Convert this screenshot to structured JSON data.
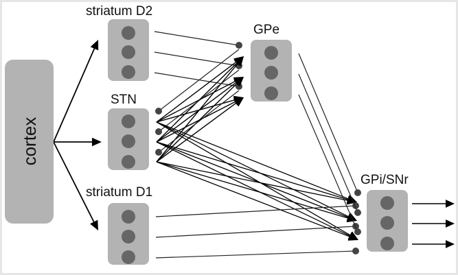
{
  "diagram": {
    "nodes": [
      {
        "id": "cortex",
        "label": "cortex",
        "neurons": 0
      },
      {
        "id": "d2",
        "label": "striatum D2",
        "neurons": 3
      },
      {
        "id": "stn",
        "label": "STN",
        "neurons": 3
      },
      {
        "id": "d1",
        "label": "striatum D1",
        "neurons": 3
      },
      {
        "id": "gpe",
        "label": "GPe",
        "neurons": 3
      },
      {
        "id": "gpi",
        "label": "GPi/SNr",
        "neurons": 3
      }
    ],
    "edges": [
      {
        "from": "cortex",
        "to": "striatum D2",
        "type": "excitatory"
      },
      {
        "from": "cortex",
        "to": "STN",
        "type": "excitatory"
      },
      {
        "from": "cortex",
        "to": "striatum D1",
        "type": "excitatory"
      },
      {
        "from": "striatum D2",
        "to": "GPe",
        "type": "inhibitory"
      },
      {
        "from": "STN",
        "to": "GPe",
        "type": "excitatory"
      },
      {
        "from": "GPe",
        "to": "STN",
        "type": "inhibitory"
      },
      {
        "from": "STN",
        "to": "GPi/SNr",
        "type": "excitatory"
      },
      {
        "from": "striatum D1",
        "to": "GPi/SNr",
        "type": "inhibitory"
      },
      {
        "from": "GPe",
        "to": "GPi/SNr",
        "type": "inhibitory"
      },
      {
        "from": "GPi/SNr",
        "to": "output",
        "type": "excitatory"
      }
    ],
    "colors": {
      "box": "#b3b3b3",
      "neuron": "#666666",
      "line": "#222222",
      "arrow": "#000000"
    }
  }
}
